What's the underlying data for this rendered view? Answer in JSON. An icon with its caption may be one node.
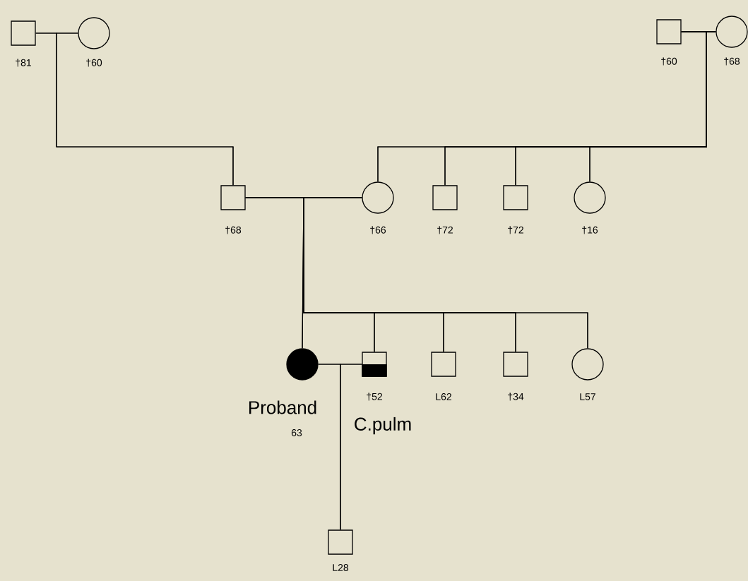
{
  "diagram": {
    "nodes": [
      {
        "text": [],
        "shape": "box",
        "beside": [
          "†81"
        ]
      },
      {
        "text": [],
        "shape": "circle",
        "beside": [
          "†60"
        ]
      },
      {
        "text": [],
        "shape": "box",
        "beside": [
          "†60"
        ]
      },
      {
        "text": [],
        "shape": "circle",
        "beside": [
          "†68"
        ]
      },
      {
        "text": [],
        "shape": "box",
        "beside": [
          "†68"
        ]
      },
      {
        "text": [],
        "shape": "circle",
        "beside": [
          "†66"
        ]
      },
      {
        "text": [],
        "shape": "box",
        "beside": [
          "†72"
        ]
      },
      {
        "text": [],
        "shape": "box",
        "beside": [
          "†72"
        ]
      },
      {
        "text": [],
        "shape": "circle",
        "beside": [
          "†16"
        ]
      },
      {
        "text": [],
        "shape": "circle",
        "beside": [
          "Proband",
          "63"
        ]
      },
      {
        "text": [],
        "shape": "box",
        "beside": [
          "†52",
          "C.pulm"
        ]
      },
      {
        "text": [],
        "shape": "box",
        "beside": [
          "L62"
        ]
      },
      {
        "text": [],
        "shape": "box",
        "beside": [
          "†34"
        ]
      },
      {
        "text": [],
        "shape": "circle",
        "beside": [
          "L57"
        ]
      },
      {
        "text": [],
        "shape": "box",
        "beside": [
          "L28"
        ]
      }
    ],
    "edges": [
      {
        "from": 0,
        "to": 1,
        "arrow": "none"
      },
      {
        "from": 2,
        "to": 3,
        "arrow": "none"
      },
      {
        "from": 0,
        "to": 4,
        "arrow": "none"
      },
      {
        "from": 1,
        "to": 4,
        "arrow": "none"
      },
      {
        "from": 2,
        "to": 5,
        "arrow": "none"
      },
      {
        "from": 3,
        "to": 5,
        "arrow": "none"
      },
      {
        "from": 2,
        "to": 6,
        "arrow": "none"
      },
      {
        "from": 3,
        "to": 6,
        "arrow": "none"
      },
      {
        "from": 2,
        "to": 7,
        "arrow": "none"
      },
      {
        "from": 3,
        "to": 7,
        "arrow": "none"
      },
      {
        "from": 2,
        "to": 8,
        "arrow": "none"
      },
      {
        "from": 3,
        "to": 8,
        "arrow": "none"
      },
      {
        "from": 4,
        "to": 5,
        "arrow": "none"
      },
      {
        "from": 4,
        "to": 9,
        "arrow": "none"
      },
      {
        "from": 5,
        "to": 9,
        "arrow": "none"
      },
      {
        "from": 4,
        "to": 10,
        "arrow": "none"
      },
      {
        "from": 5,
        "to": 10,
        "arrow": "none"
      },
      {
        "from": 4,
        "to": 11,
        "arrow": "none"
      },
      {
        "from": 5,
        "to": 11,
        "arrow": "none"
      },
      {
        "from": 4,
        "to": 12,
        "arrow": "none"
      },
      {
        "from": 5,
        "to": 12,
        "arrow": "none"
      },
      {
        "from": 4,
        "to": 13,
        "arrow": "none"
      },
      {
        "from": 5,
        "to": 13,
        "arrow": "none"
      },
      {
        "from": 9,
        "to": 10,
        "arrow": "none"
      },
      {
        "from": 9,
        "to": 14,
        "arrow": "none"
      },
      {
        "from": 10,
        "to": 14,
        "arrow": "none"
      }
    ]
  }
}
